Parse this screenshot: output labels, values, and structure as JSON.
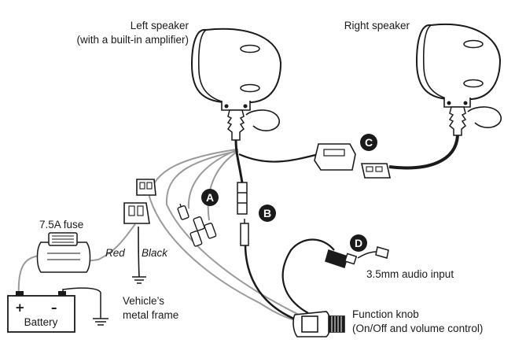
{
  "labels": {
    "left_speaker_line1": "Left speaker",
    "left_speaker_line2": "(with a built-in amplifier)",
    "right_speaker": "Right speaker",
    "fuse": "7.5A fuse",
    "red": "Red",
    "black": "Black",
    "vehicle_line1": "Vehicle’s",
    "vehicle_line2": "metal frame",
    "battery": "Battery",
    "battery_plus": "+",
    "battery_minus": "–",
    "audio_input": "3.5mm audio input",
    "knob_line1": "Function knob",
    "knob_line2": "(On/Off and volume control)"
  },
  "badges": {
    "a": "A",
    "b": "B",
    "c": "C",
    "d": "D"
  },
  "colors": {
    "line": "#1a1a1a",
    "grey_wire": "#9a9a9a",
    "badge": "#1a1a1a",
    "white": "#ffffff"
  }
}
